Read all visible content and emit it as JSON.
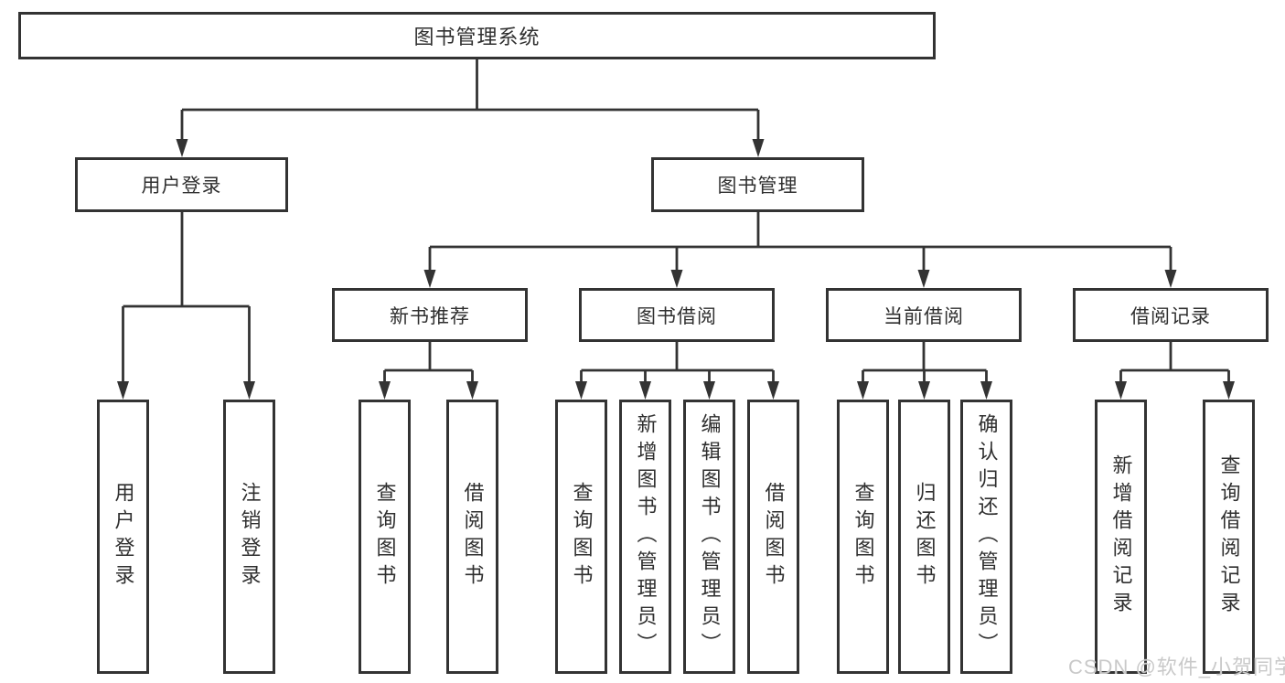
{
  "tree": {
    "label": "图书管理系统",
    "children": [
      {
        "label": "用户登录",
        "children": [
          {
            "label": "用户登录"
          },
          {
            "label": "注销登录"
          }
        ]
      },
      {
        "label": "图书管理",
        "children": [
          {
            "label": "新书推荐",
            "children": [
              {
                "label": "查询图书"
              },
              {
                "label": "借阅图书"
              }
            ]
          },
          {
            "label": "图书借阅",
            "children": [
              {
                "label": "查询图书"
              },
              {
                "label": "新增图书（管理员）"
              },
              {
                "label": "编辑图书（管理员）"
              },
              {
                "label": "借阅图书"
              }
            ]
          },
          {
            "label": "当前借阅",
            "children": [
              {
                "label": "查询图书"
              },
              {
                "label": "归还图书"
              },
              {
                "label": "确认归还（管理员）"
              }
            ]
          },
          {
            "label": "借阅记录",
            "children": [
              {
                "label": "新增借阅记录"
              },
              {
                "label": "查询借阅记录"
              }
            ]
          }
        ]
      }
    ]
  },
  "watermark": {
    "text": "CSDN @软件_小贺同学"
  },
  "colors": {
    "line": "#333333",
    "box_border": "#333333",
    "box_fill": "#ffffff",
    "text": "#2f2f2f",
    "watermark": "#c6c6c6",
    "background": "#ffffff"
  }
}
